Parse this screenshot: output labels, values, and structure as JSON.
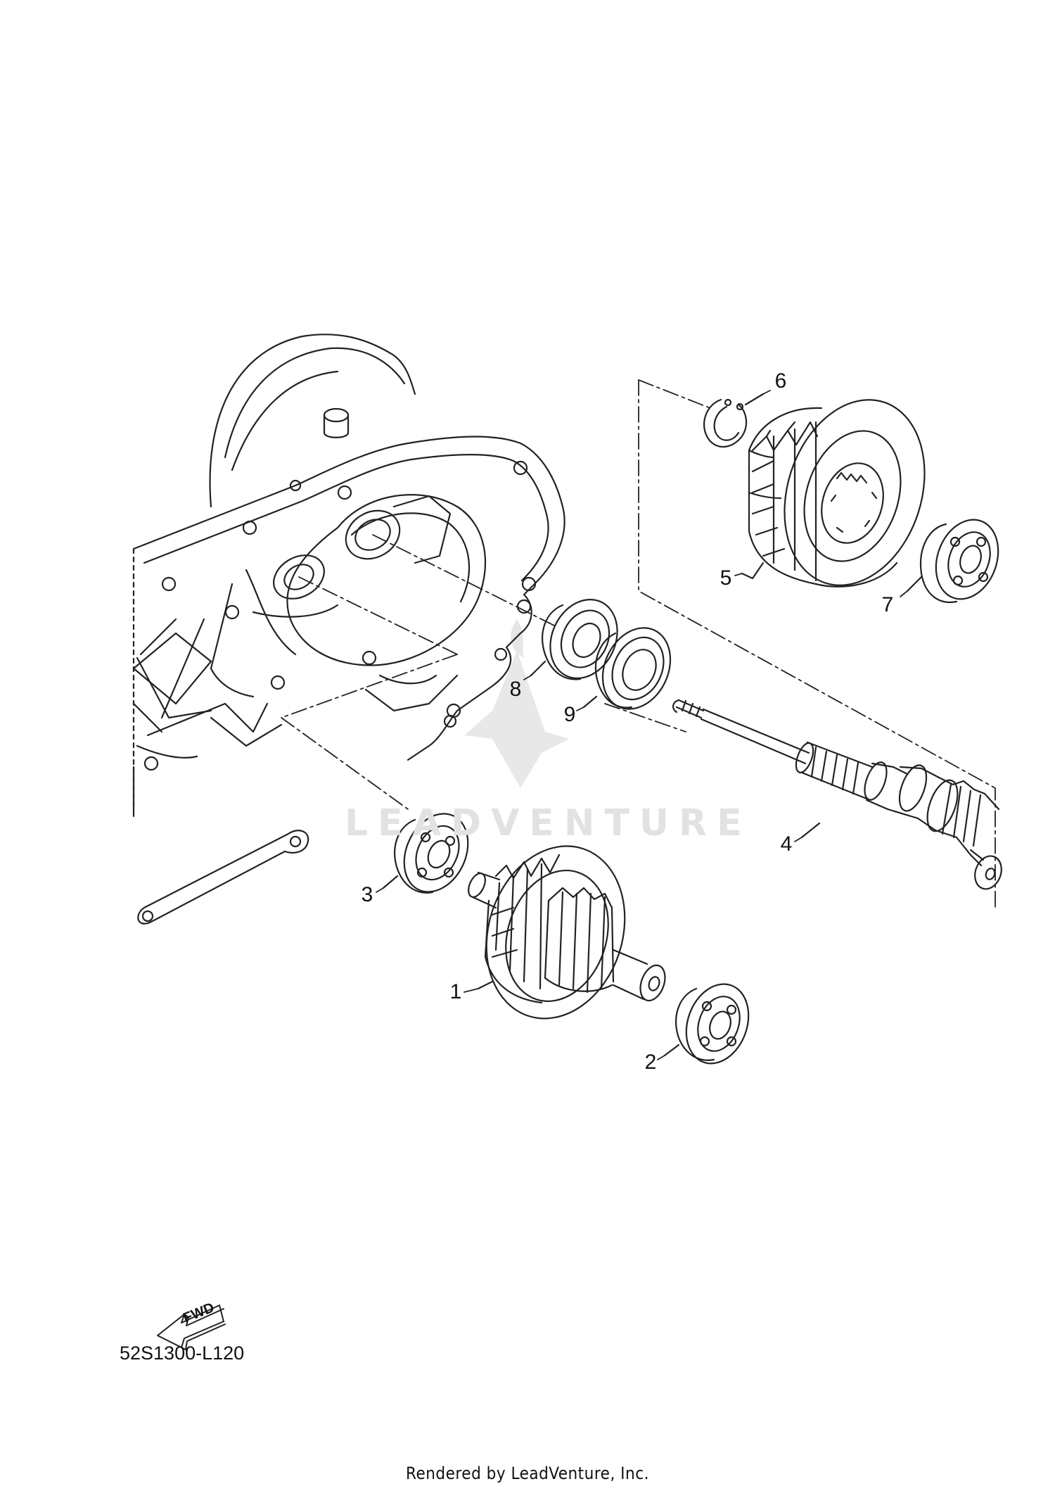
{
  "callouts": [
    {
      "id": "1",
      "label": "1"
    },
    {
      "id": "2",
      "label": "2"
    },
    {
      "id": "3",
      "label": "3"
    },
    {
      "id": "4",
      "label": "4"
    },
    {
      "id": "5",
      "label": "5"
    },
    {
      "id": "6",
      "label": "6"
    },
    {
      "id": "7",
      "label": "7"
    },
    {
      "id": "8",
      "label": "8"
    },
    {
      "id": "9",
      "label": "9"
    }
  ],
  "fwd_label": "FWD",
  "diagram_code": "52S1300-L120",
  "footer": "Rendered by LeadVenture, Inc.",
  "watermark": "LEADVENTURE",
  "icons": [
    "fwd-arrow-icon",
    "leadventure-logo-icon"
  ],
  "line_color": "#222222",
  "watermark_color": "#e2e2e2"
}
